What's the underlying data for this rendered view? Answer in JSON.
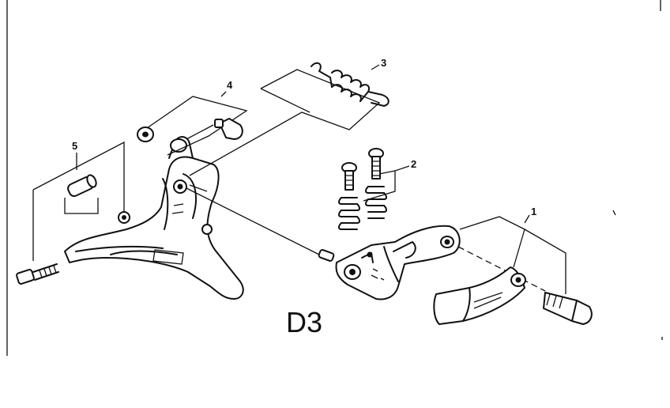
{
  "figure_label": "D3",
  "callouts": [
    {
      "id": "1",
      "label": "1"
    },
    {
      "id": "2",
      "label": "2"
    },
    {
      "id": "3",
      "label": "3"
    },
    {
      "id": "4",
      "label": "4"
    },
    {
      "id": "5",
      "label": "5"
    }
  ]
}
